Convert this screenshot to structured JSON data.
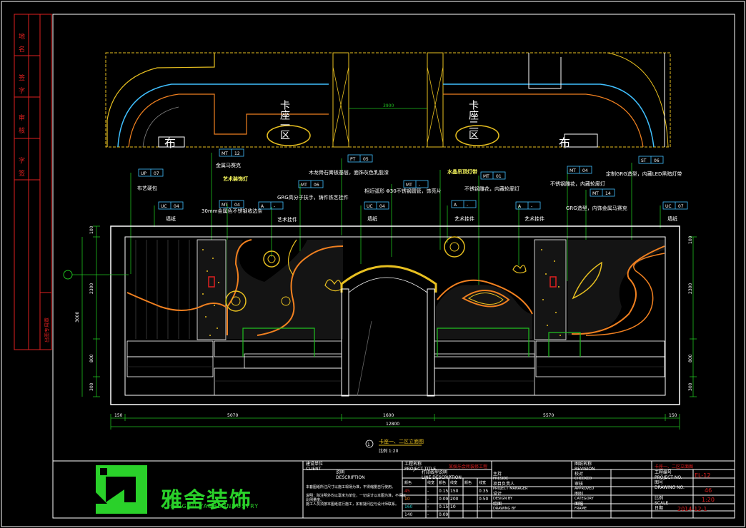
{
  "margin_labels": [
    "地",
    "名",
    "签",
    "字",
    "审",
    "核",
    "字",
    "签"
  ],
  "margin_stamp": "出图专用章",
  "plan": {
    "width_dim": "3900",
    "char_left": "卡座一区",
    "char_right": "卡座二区"
  },
  "callouts": [
    {
      "tag": "MT",
      "code": "12",
      "text": "金属马赛克"
    },
    {
      "tag": "",
      "code": "",
      "text": "艺术装饰灯"
    },
    {
      "tag": "UP",
      "code": "07",
      "text": "布艺硬包"
    },
    {
      "tag": "UC",
      "code": "04",
      "text": "墙纸"
    },
    {
      "tag": "MT",
      "code": "04",
      "text": "30mm金属色不锈钢收边条"
    },
    {
      "tag": "MT",
      "code": "06",
      "text": "GRG高分子扶手，铸件铁艺挂件"
    },
    {
      "tag": "A",
      "code": "-",
      "text": "艺术挂件"
    },
    {
      "tag": "PT",
      "code": "05",
      "text": "木龙骨石膏板基层，面饰灰色乳胶漆"
    },
    {
      "tag": "UC",
      "code": "04",
      "text": "墙纸"
    },
    {
      "tag": "MT",
      "code": "-",
      "text": "相近弧形 Φ30不锈钢圆管，饰亮片"
    },
    {
      "tag": "",
      "code": "",
      "text": "水晶吊顶灯带"
    },
    {
      "tag": "MT",
      "code": "01",
      "text": "不锈钢雕花，内藏轮廓灯"
    },
    {
      "tag": "A",
      "code": "-",
      "text": "艺术挂件"
    },
    {
      "tag": "A",
      "code": "-",
      "text": "艺术挂件"
    },
    {
      "tag": "MT",
      "code": "04",
      "text": "不锈钢雕花，内藏轮廓灯"
    },
    {
      "tag": "MT",
      "code": "14",
      "text": "GRG造型，内饰金属马赛克"
    },
    {
      "tag": "ST",
      "code": "06",
      "text": "定制GRG造型，内藏LED黑暗灯带"
    },
    {
      "tag": "UC",
      "code": "07",
      "text": "墙纸"
    }
  ],
  "dims": {
    "vertical_left": [
      "100",
      "2300",
      "3000",
      "800",
      "300"
    ],
    "vertical_right": [
      "100",
      "2300",
      "800",
      "300"
    ],
    "bottom": [
      "150",
      "5070",
      "1600",
      "5570",
      "150"
    ],
    "total": "12800"
  },
  "caption": {
    "number": "1",
    "title": "卡座一、二区立面图",
    "scale": "比例 1:20"
  },
  "title_block": {
    "company_cn": "雅舍装饰",
    "company_en": "CHENGDU YASHE INDUSTRY",
    "client_label": "建设单位\nCLIENT",
    "desc_label": "说明\nDESCRIPTION",
    "notes": [
      "本套图纸所注尺寸以施工现场为准，不得缩量自行使用。",
      "说明：除注明外均以毫米为单位，一切设计以本图为准，不得以比例量度。",
      "施工人员须按本图纸进行施工，如有疑问应与设计师联系。"
    ],
    "project_label": "工程名称\nPROJECT TITLE",
    "project_value": "某娱乐会所装修工程",
    "line_label": "打印线型说明\nLINE DESCRIPTION",
    "line_headers": [
      "颜色",
      "线宽",
      "颜色",
      "线宽",
      "颜色",
      "线宽"
    ],
    "line_rows": [
      [
        "45",
        "-",
        "0.15",
        "150",
        "",
        "0.35"
      ],
      [
        "10",
        "-",
        "0.09",
        "200",
        "",
        "0.50"
      ],
      [
        "160",
        "-",
        "0.15",
        "10",
        "",
        "-"
      ],
      [
        "140",
        "-",
        "0.09",
        "",
        "",
        ""
      ]
    ],
    "roles": [
      {
        "cn": "主持",
        "en": "PRESIDE"
      },
      {
        "cn": "项目负责人",
        "en": "PROJECT MANAGER"
      },
      {
        "cn": "设计",
        "en": "DESIGN BY"
      },
      {
        "cn": "绘图",
        "en": "DRAWING BY"
      }
    ],
    "drawing_name_label": "图纸名称\nREVISION",
    "drawing_name_value": "卡座一、二区立面图",
    "check": [
      {
        "cn": "校对",
        "en": "CHECKED"
      },
      {
        "cn": "审核",
        "en": "APPROVED"
      },
      {
        "cn": "图别",
        "en": "CATEGORY"
      },
      {
        "cn": "图幅",
        "en": "FRAME"
      }
    ],
    "project_no_label": "工程编号\nPROJECT NO.",
    "project_no_value": "EL-12",
    "drawing_no_label": "图号\nDRAWING NO.",
    "drawing_no_value": "46",
    "scale_label": "比例\nSCALE",
    "scale_value": "1:20",
    "date_label": "日期",
    "date_value": "2014-12-1"
  },
  "colors": {
    "bg": "#000000",
    "frame": "#ffffff",
    "accent_orange": "#f08020",
    "accent_yellow": "#e8c020",
    "accent_green": "#20c020",
    "accent_cyan": "#40c0ff",
    "margin_red": "#e02020",
    "logo_green": "#2ad12a"
  }
}
